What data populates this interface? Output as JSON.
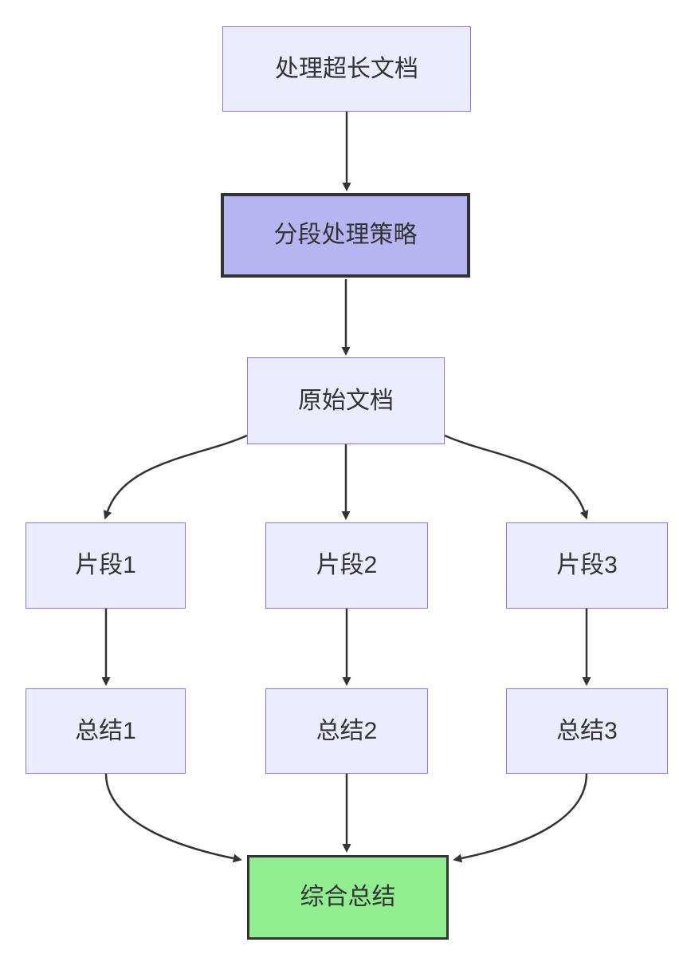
{
  "diagram": {
    "type": "flowchart",
    "direction": "top-down",
    "nodes": [
      {
        "id": "process-long-doc",
        "label": "处理超长文档",
        "style": "lavender"
      },
      {
        "id": "segmentation-strategy",
        "label": "分段处理策略",
        "style": "highlight"
      },
      {
        "id": "original-doc",
        "label": "原始文档",
        "style": "lavender"
      },
      {
        "id": "fragment-1",
        "label": "片段1",
        "style": "lavender"
      },
      {
        "id": "fragment-2",
        "label": "片段2",
        "style": "lavender"
      },
      {
        "id": "fragment-3",
        "label": "片段3",
        "style": "lavender"
      },
      {
        "id": "summary-1",
        "label": "总结1",
        "style": "lavender"
      },
      {
        "id": "summary-2",
        "label": "总结2",
        "style": "lavender"
      },
      {
        "id": "summary-3",
        "label": "总结3",
        "style": "lavender"
      },
      {
        "id": "final-summary",
        "label": "综合总结",
        "style": "green"
      }
    ],
    "edges": [
      {
        "from": "process-long-doc",
        "to": "segmentation-strategy"
      },
      {
        "from": "segmentation-strategy",
        "to": "original-doc"
      },
      {
        "from": "original-doc",
        "to": "fragment-1"
      },
      {
        "from": "original-doc",
        "to": "fragment-2"
      },
      {
        "from": "original-doc",
        "to": "fragment-3"
      },
      {
        "from": "fragment-1",
        "to": "summary-1"
      },
      {
        "from": "fragment-2",
        "to": "summary-2"
      },
      {
        "from": "fragment-3",
        "to": "summary-3"
      },
      {
        "from": "summary-1",
        "to": "final-summary"
      },
      {
        "from": "summary-2",
        "to": "final-summary"
      },
      {
        "from": "summary-3",
        "to": "final-summary"
      }
    ],
    "colors": {
      "lavender_fill": "#ECECFF",
      "lavender_border": "#9370DB",
      "highlight_fill": "#b6b5f2",
      "green_fill": "#90EE90",
      "dark_border": "#333333",
      "edge_stroke": "#333333",
      "text_color": "#333333"
    }
  }
}
